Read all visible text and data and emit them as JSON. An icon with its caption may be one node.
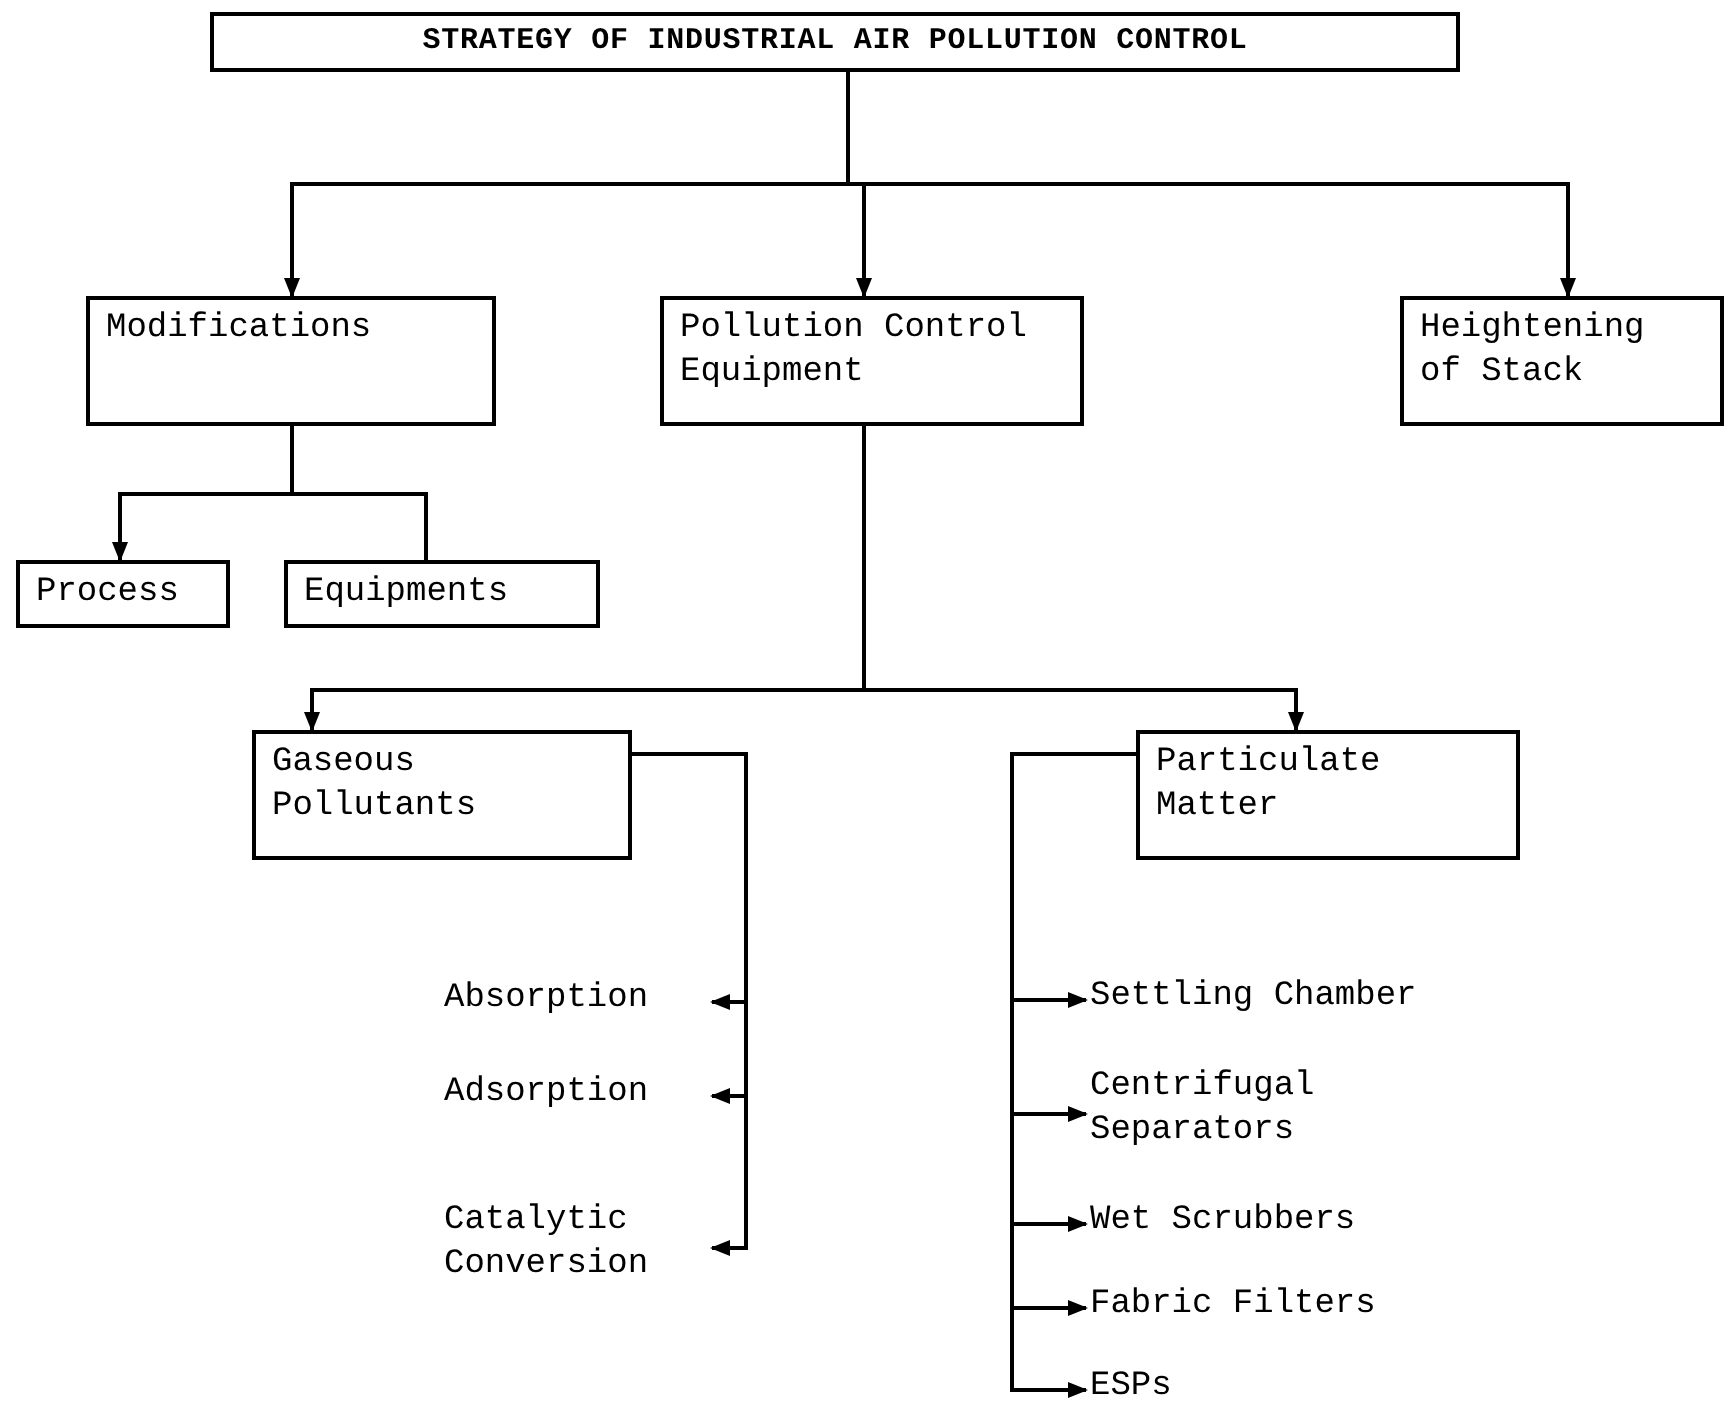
{
  "diagram": {
    "nodes": [
      {
        "text": [
          "STRATEGY OF INDUSTRIAL AIR POLLUTION CONTROL"
        ]
      },
      {
        "text": [
          "Modifications"
        ]
      },
      {
        "text": [
          "Pollution Control Equipment"
        ]
      },
      {
        "text": [
          "Heightening of Stack"
        ]
      },
      {
        "text": [
          "Process"
        ]
      },
      {
        "text": [
          "Equipments"
        ]
      },
      {
        "text": [
          "Gaseous Pollutants"
        ]
      },
      {
        "text": [
          "Particulate Matter"
        ]
      },
      {
        "text": [
          "Absorption"
        ]
      },
      {
        "text": [
          "Adsorption"
        ]
      },
      {
        "text": [
          "Catalytic Conversion"
        ]
      },
      {
        "text": [
          "Settling Chamber"
        ]
      },
      {
        "text": [
          "Centrifugal Separators"
        ]
      },
      {
        "text": [
          "Wet Scrubbers"
        ]
      },
      {
        "text": [
          "Fabric Filters"
        ]
      },
      {
        "text": [
          "ESPs"
        ]
      }
    ],
    "edges": [
      {
        "from": 0,
        "to": 1,
        "arrow": "to"
      },
      {
        "from": 0,
        "to": 2,
        "arrow": "to"
      },
      {
        "from": 0,
        "to": 3,
        "arrow": "to"
      },
      {
        "from": 1,
        "to": 4,
        "arrow": "to"
      },
      {
        "from": 1,
        "to": 5,
        "arrow": "none"
      },
      {
        "from": 2,
        "to": 6,
        "arrow": "to"
      },
      {
        "from": 2,
        "to": 7,
        "arrow": "to"
      },
      {
        "from": 6,
        "to": 8,
        "arrow": "to"
      },
      {
        "from": 6,
        "to": 9,
        "arrow": "to"
      },
      {
        "from": 6,
        "to": 10,
        "arrow": "to"
      },
      {
        "from": 7,
        "to": 11,
        "arrow": "to"
      },
      {
        "from": 7,
        "to": 12,
        "arrow": "to"
      },
      {
        "from": 7,
        "to": 13,
        "arrow": "to"
      },
      {
        "from": 7,
        "to": 14,
        "arrow": "to"
      },
      {
        "from": 7,
        "to": 15,
        "arrow": "to"
      }
    ]
  }
}
